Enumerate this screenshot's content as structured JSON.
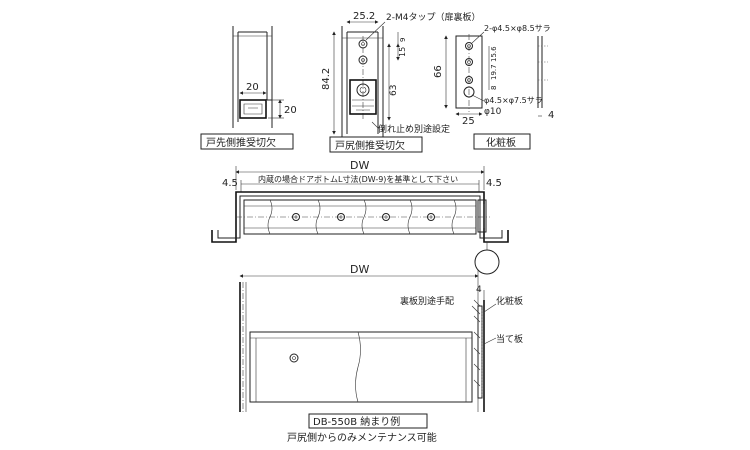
{
  "top_views": {
    "door_tip": {
      "caption": "戸先側推受切欠",
      "dim_width": "20",
      "dim_height": "20"
    },
    "door_butt": {
      "caption": "戸尻側推受切欠",
      "dim_top": "25.2",
      "dim_total_height": "84.2",
      "dim_63": "63",
      "dim_15": "15",
      "dim_9": "9",
      "note_tap": "2-M4タップ（扉裏板）",
      "note_fall_prevention": "倒れ止め別途設定"
    },
    "cover_plate": {
      "caption": "化粧板",
      "dim_height": "66",
      "dim_width": "25",
      "dim_side": "4",
      "dim_15_6": "15.6",
      "dim_19_7": "19.7",
      "dim_8": "8",
      "dim_phi10": "φ10",
      "note_holes_top": "2-φ4.5×φ8.5サラ",
      "note_holes_bottom": "φ4.5×φ7.5サラ"
    }
  },
  "middle_view": {
    "dim_dw": "DW",
    "dim_left": "4.5",
    "dim_right": "4.5",
    "note": "内蔵の場合ドアボトムL寸法(DW-9)を基準として下さい"
  },
  "bottom_view": {
    "dim_dw": "DW",
    "dim_4": "4",
    "label_back_plate": "裏板別途手配",
    "label_cover_plate": "化粧板",
    "label_stop_plate": "当て板"
  },
  "footer": {
    "line1": "DB-550B 納まり例",
    "line2": "戸尻側からのみメンテナンス可能"
  }
}
